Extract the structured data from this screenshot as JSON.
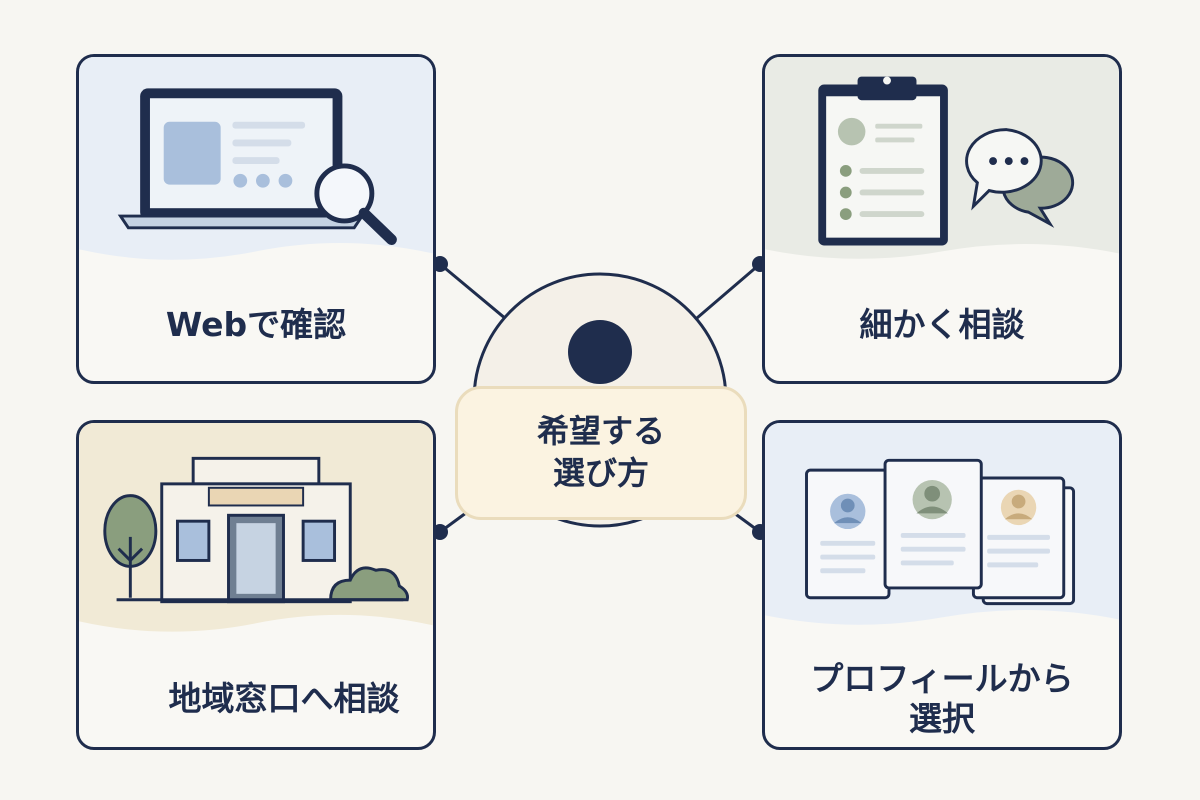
{
  "center": {
    "title_line1": "希望する",
    "title_line2": "選び方"
  },
  "cards": [
    {
      "id": "web",
      "label": "Webで確認",
      "icon": "laptop-search-icon"
    },
    {
      "id": "consult",
      "label": "細かく相談",
      "icon": "clipboard-chat-icon"
    },
    {
      "id": "local",
      "label": "地域窓口へ相談",
      "icon": "office-building-icon"
    },
    {
      "id": "profile",
      "label_line1": "プロフィールから",
      "label_line2": "選択",
      "icon": "profile-cards-icon"
    }
  ],
  "colors": {
    "navy": "#1f2d4d",
    "background": "#f7f6f2",
    "center_fill": "#fbf3e1",
    "blue_tint": "#e8eef6",
    "green_tint": "#e9ebe5",
    "beige_tint": "#f1ead6",
    "sage": "#8a9e7e"
  }
}
